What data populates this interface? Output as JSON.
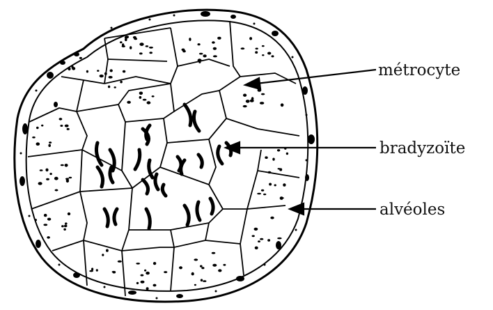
{
  "labels": {
    "metrocyte": "métrocyte",
    "bradyzoite": "bradyzoïte",
    "alveoles": "alvéoles"
  }
}
